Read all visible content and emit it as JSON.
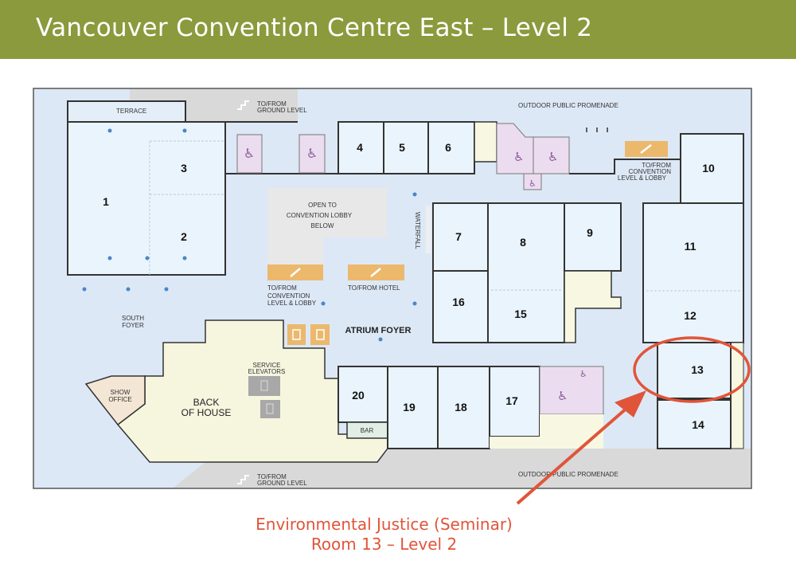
{
  "header": {
    "title": "Vancouver Convention Centre East – Level 2"
  },
  "map": {
    "terrace": "TERRACE",
    "ground_top": [
      "TO/FROM",
      "GROUND LEVEL"
    ],
    "promenade_top": "OUTDOOR PUBLIC PROMENADE",
    "promenade_bottom": "OUTDOOR PUBLIC PROMENADE",
    "ground_bottom": [
      "TO/FROM",
      "GROUND LEVEL"
    ],
    "open_lobby": [
      "OPEN TO",
      "CONVENTION LOBBY",
      "BELOW"
    ],
    "waterfall": "WATERFALL",
    "esc_lobby_left": [
      "TO/FROM",
      "CONVENTION",
      "LEVEL & LOBBY"
    ],
    "esc_hotel": "TO/FROM HOTEL",
    "esc_lobby_right": [
      "TO/FROM",
      "CONVENTION",
      "LEVEL & LOBBY"
    ],
    "south_foyer": [
      "SOUTH",
      "FOYER"
    ],
    "atrium_foyer": "ATRIUM FOYER",
    "service_elevators": [
      "SERVICE",
      "ELEVATORS"
    ],
    "show_office": [
      "SHOW",
      "OFFICE"
    ],
    "back_of_house": [
      "BACK",
      "OF HOUSE"
    ],
    "bar": "BAR",
    "rooms": [
      "1",
      "2",
      "3",
      "4",
      "5",
      "6",
      "7",
      "8",
      "9",
      "10",
      "11",
      "12",
      "13",
      "14",
      "15",
      "16",
      "17",
      "18",
      "19",
      "20"
    ],
    "highlight_room": "13"
  },
  "annotation": {
    "line1": "Environmental Justice (Seminar)",
    "line2": "Room 13 – Level 2",
    "color": "#e0553a"
  }
}
